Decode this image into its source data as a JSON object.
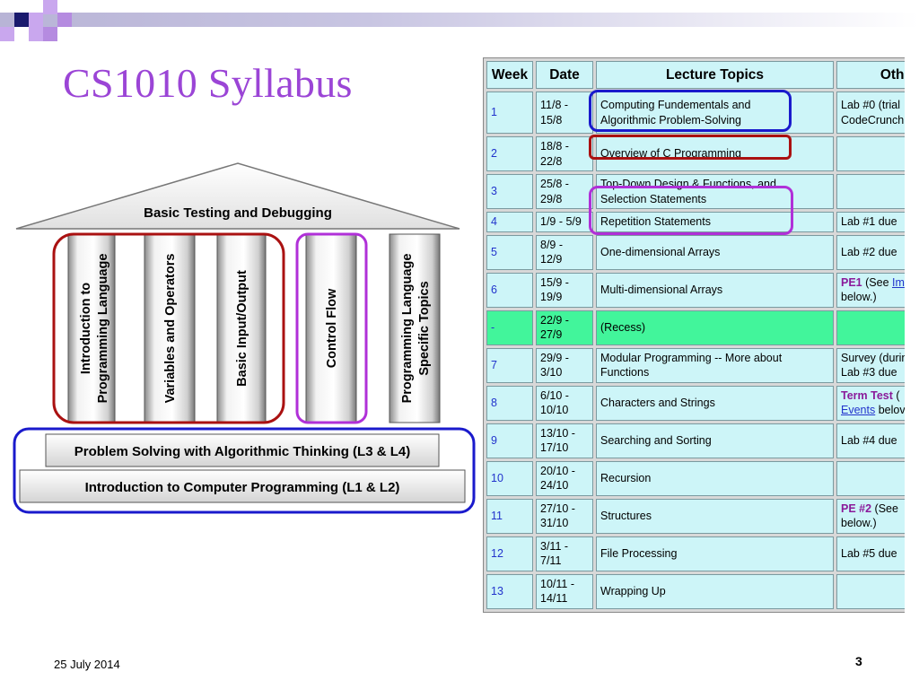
{
  "slide": {
    "title": "CS1010 Syllabus",
    "footer_date": "25 July 2014",
    "page_number": "3"
  },
  "diagram": {
    "roof_label": "Basic Testing and Debugging",
    "columns": [
      {
        "label_line1": "Introduction to",
        "label_line2": "Programming Language"
      },
      {
        "label_line1": "Variables and Operators"
      },
      {
        "label_line1": "Basic Input/Output"
      },
      {
        "label_line1": "Control Flow"
      },
      {
        "label_line1": "Programming Language",
        "label_line2": "Specific Topics"
      }
    ],
    "base_upper": "Problem Solving with Algorithmic Thinking (L3 & L4)",
    "base_lower": "Introduction to Computer Programming (L1 & L2)"
  },
  "schedule": {
    "headers": [
      "Week",
      "Date",
      "Lecture Topics",
      "Other"
    ],
    "rows": [
      {
        "week": "1",
        "date1": "11/8 -",
        "date2": "15/8",
        "topic1": "Computing Fundementals and",
        "topic2": "Algorithmic Problem-Solving",
        "other1": "Lab #0 (trial",
        "other2": "CodeCrunch"
      },
      {
        "week": "2",
        "date1": "18/8 -",
        "date2": "22/8",
        "topic1": "Overview of C Programming",
        "topic2": "",
        "other1": "",
        "other2": ""
      },
      {
        "week": "3",
        "date1": "25/8 -",
        "date2": "29/8",
        "topic1": "Top-Down Design & Functions, and",
        "topic2": "Selection Statements",
        "other1": "",
        "other2": ""
      },
      {
        "week": "4",
        "date1": "1/9 - 5/9",
        "date2": "",
        "topic1": "Repetition Statements",
        "topic2": "",
        "other1": "Lab #1 due",
        "other2": ""
      },
      {
        "week": "5",
        "date1": "8/9 -",
        "date2": "12/9",
        "topic1": "One-dimensional Arrays",
        "topic2": "",
        "other1": "Lab #2 due",
        "other2": ""
      },
      {
        "week": "6",
        "date1": "15/9 -",
        "date2": "19/9",
        "topic1": "Multi-dimensional Arrays",
        "topic2": "",
        "other_pe": "PE1",
        "other_rest": " (See ",
        "other_link": "Im",
        "other2": "below.)"
      },
      {
        "week": "-",
        "date1": "22/9 -",
        "date2": "27/9",
        "topic1": "(Recess)",
        "topic2": "",
        "other1": "",
        "other2": ""
      },
      {
        "week": "7",
        "date1": "29/9 -",
        "date2": "3/10",
        "topic1": "Modular Programming -- More about",
        "topic2": "Functions",
        "other1": "Survey (durin",
        "other2": "Lab #3 due"
      },
      {
        "week": "8",
        "date1": "6/10 -",
        "date2": "10/10",
        "topic1": "Characters and Strings",
        "topic2": "",
        "other_pe": "Term Test",
        "other_rest": " (",
        "other_link2": "Events",
        "other2_rest": " belov"
      },
      {
        "week": "9",
        "date1": "13/10 -",
        "date2": "17/10",
        "topic1": "Searching and Sorting",
        "topic2": "",
        "other1": "Lab #4 due",
        "other2": ""
      },
      {
        "week": "10",
        "date1": "20/10 -",
        "date2": "24/10",
        "topic1": "Recursion",
        "topic2": "",
        "other1": "",
        "other2": ""
      },
      {
        "week": "11",
        "date1": "27/10 -",
        "date2": "31/10",
        "topic1": "Structures",
        "topic2": "",
        "other_pe": "PE #2",
        "other_rest": " (See",
        "other2": "below.)"
      },
      {
        "week": "12",
        "date1": "3/11 -",
        "date2": "7/11",
        "topic1": "File Processing",
        "topic2": "",
        "other1": "Lab #5 due",
        "other2": ""
      },
      {
        "week": "13",
        "date1": "10/11 -",
        "date2": "14/11",
        "topic1": "Wrapping Up",
        "topic2": "",
        "other1": "",
        "other2": ""
      }
    ]
  },
  "colors": {
    "title": "#9b45d6",
    "table_cell": "#cdf5f8",
    "recess_row": "#42f59b",
    "highlight_blue": "#1a1acc",
    "highlight_red": "#aa1111",
    "highlight_purple": "#b030d8"
  }
}
